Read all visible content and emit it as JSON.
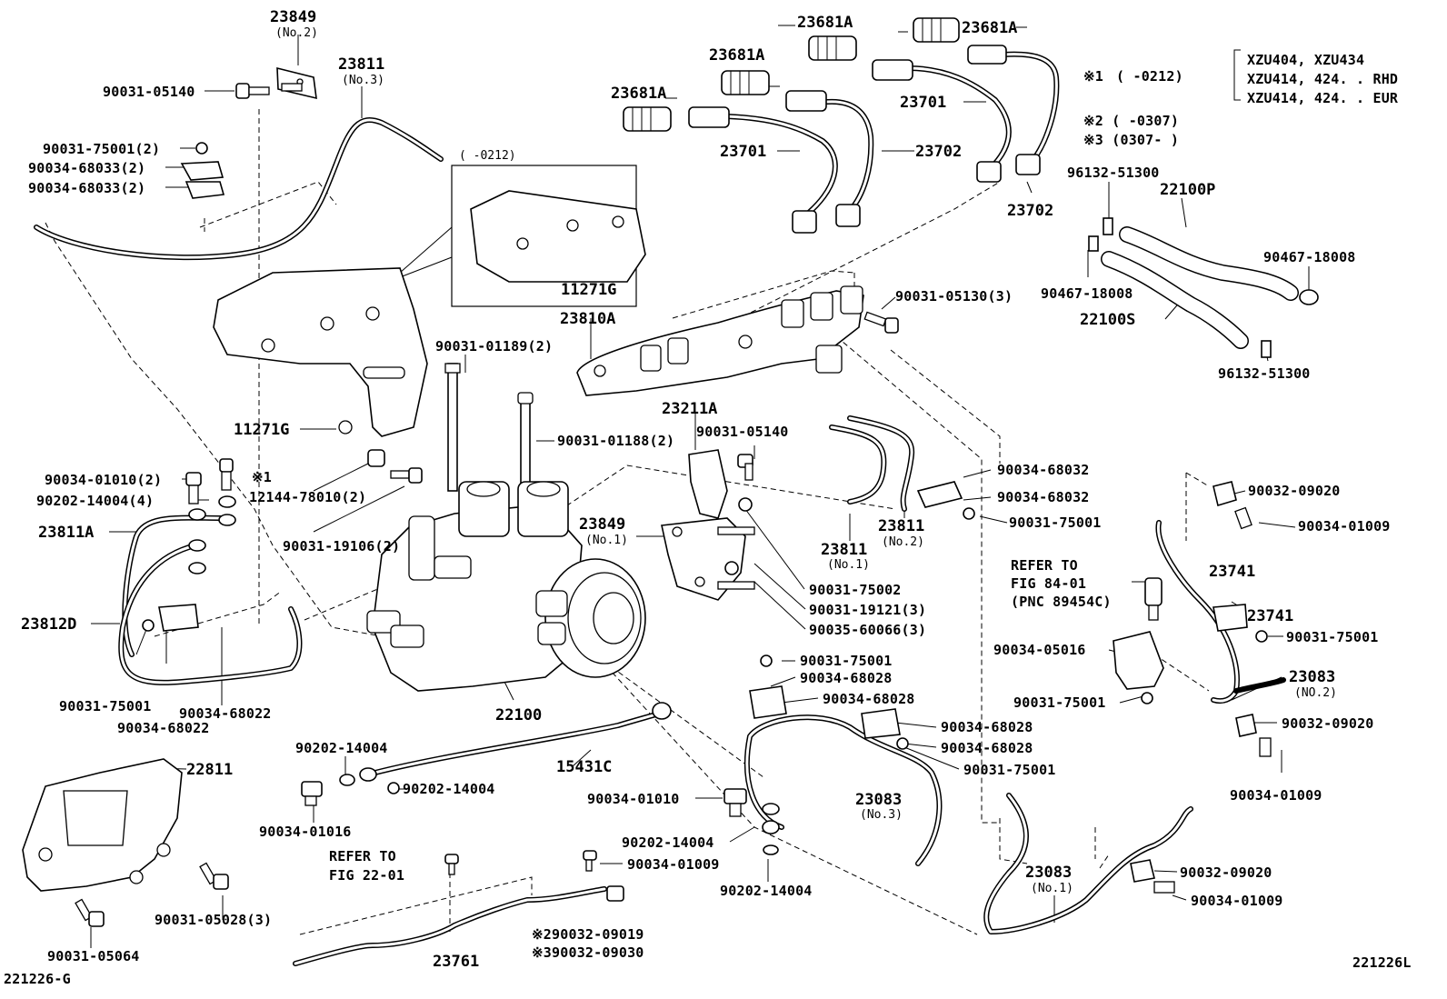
{
  "diagram_code": "221226L",
  "fig_code": "221226-G",
  "notes": {
    "n1_mark": "※1",
    "n1_range": "( -0212)",
    "n1_models": [
      "XZU404, XZU434",
      "XZU414, 424. . RHD",
      "XZU414, 424. . EUR"
    ],
    "n2": "※2 ( -0307)",
    "n3": "※3 (0307- )"
  },
  "inset_label": "( -0212)",
  "refer_fig_84": [
    "REFER TO",
    "FIG 84-01",
    "(PNC 89454C)"
  ],
  "refer_fig_22": [
    "REFER TO",
    "FIG 22-01"
  ],
  "labels": {
    "p23849_top": "23849",
    "p23849_top_sub": "(No.2)",
    "p23811_no3": "23811",
    "p23811_no3_sub": "(No.3)",
    "p90031_05140_a": "90031-05140",
    "p90031_75001_2": "90031-75001(2)",
    "p90034_68033_a": "90034-68033(2)",
    "p90034_68033_b": "90034-68033(2)",
    "p23681A_1": "23681A",
    "p23681A_2": "23681A",
    "p23681A_3": "23681A",
    "p23681A_4": "23681A",
    "p23701_a": "23701",
    "p23701_b": "23701",
    "p23702_a": "23702",
    "p23702_b": "23702",
    "p96132_51300_a": "96132-51300",
    "p22100P": "22100P",
    "p90467_18008_a": "90467-18008",
    "p90467_18008_b": "90467-18008",
    "p22100S": "22100S",
    "p96132_51300_b": "96132-51300",
    "p11271G_inset": "11271G",
    "p23810A": "23810A",
    "p90031_05130": "90031-05130(3)",
    "p90031_01189": "90031-01189(2)",
    "p11271G": "11271G",
    "p23211A": "23211A",
    "p90031_05140_b": "90031-05140",
    "p90031_01188": "90031-01188(2)",
    "p90034_01010_2": "90034-01010(2)",
    "p90202_14004_4": "90202-14004(4)",
    "note1_mark": "※1",
    "p12144_78010": "12144-78010(2)",
    "p23811A": "23811A",
    "p90031_19106": "90031-19106(2)",
    "p90034_68032_a": "90034-68032",
    "p90034_68032_b": "90034-68032",
    "p23849_no1": "23849",
    "p23849_no1_sub": "(No.1)",
    "p23811_no2": "23811",
    "p23811_no2_sub": "(No.2)",
    "p90031_75001_r": "90031-75001",
    "p23811_no1": "23811",
    "p23811_no1_sub": "(No.1)",
    "p90032_09020_a": "90032-09020",
    "p90034_01009_a": "90034-01009",
    "p23812D": "23812D",
    "p90031_75002": "90031-75002",
    "p90031_19121": "90031-19121(3)",
    "p90035_60066": "90035-60066(3)",
    "p23741_a": "23741",
    "p23741_b": "23741",
    "p90031_75001_e": "90031-75001",
    "p90034_05016": "90034-05016",
    "p23083_no2": "23083",
    "p23083_no2_sub": "(NO.2)",
    "p90031_75001_c": "90031-75001",
    "p90031_75001_f": "90031-75001",
    "p90034_68028_a": "90034-68028",
    "p90034_68028_b": "90034-68028",
    "p90034_68028_c": "90034-68028",
    "p90034_68028_d": "90034-68028",
    "p90031_75001_g": "90031-75001",
    "p90031_75001_h": "90031-75001",
    "p90032_09020_b": "90032-09020",
    "p90034_68022_a": "90034-68022",
    "p90034_68022_b": "90034-68022",
    "p22100": "22100",
    "p22811": "22811",
    "p90202_14004_a": "90202-14004",
    "p90202_14004_b": "90202-14004",
    "p15431C": "15431C",
    "p90034_01016": "90034-01016",
    "p90034_01010": "90034-01010",
    "p90202_14004_c": "90202-14004",
    "p90034_01009_b": "90034-01009",
    "p90202_14004_d": "90202-14004",
    "p23083_no3": "23083",
    "p23083_no3_sub": "(No.3)",
    "p90034_01009_c": "90034-01009",
    "p90032_09020_c": "90032-09020",
    "p90034_01009_d": "90034-01009",
    "p23083_no1": "23083",
    "p23083_no1_sub": "(No.1)",
    "p90031_05028": "90031-05028(3)",
    "p90031_05064": "90031-05064",
    "p23761": "23761",
    "p90032_09019": "※290032-09019",
    "p90032_09030": "※390032-09030"
  }
}
